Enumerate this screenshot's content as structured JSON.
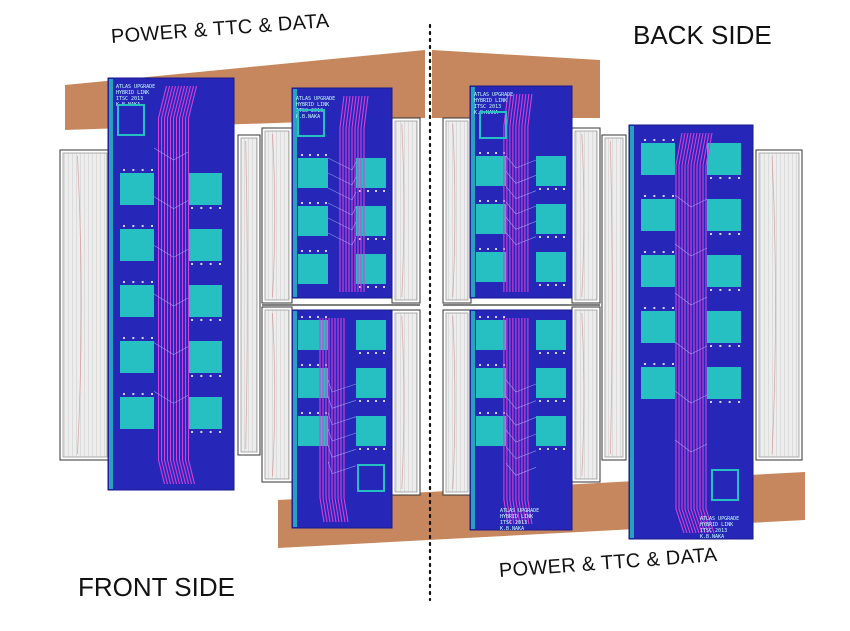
{
  "labels": {
    "power_top": "POWER  & TTC &  DATA",
    "back_side": "BACK SIDE",
    "front_side": "FRONT SIDE",
    "power_bottom": "POWER  & TTC &  DATA"
  },
  "colors": {
    "cable": "#c7875e",
    "board": "#2626b8",
    "pad": "#27c0c2",
    "trace": "#d63fd9",
    "sensor_fill": "#e6e6e6",
    "sensor_frame": "#9a9a9a",
    "divider": "#111111"
  },
  "board_text": {
    "lines": [
      "ATLAS UPGRADE",
      "HYBRID LINK",
      "ITSC 2013",
      "K.B.NAKA"
    ]
  }
}
